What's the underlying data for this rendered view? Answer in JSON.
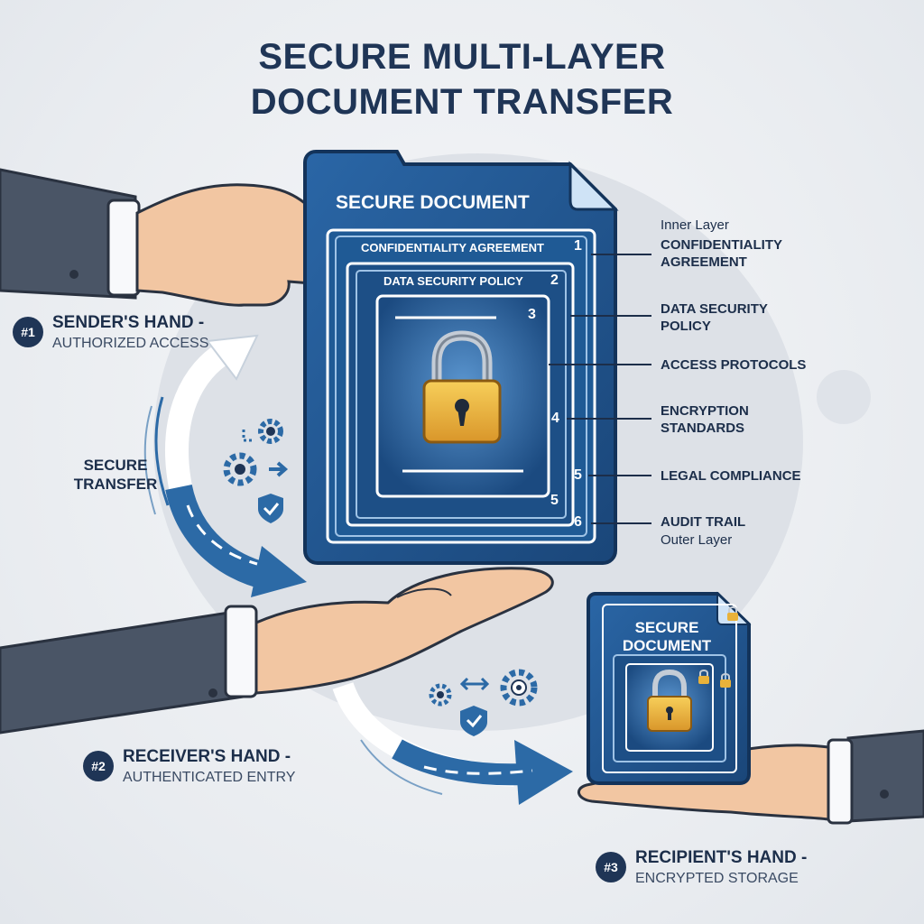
{
  "title": {
    "line1": "SECURE MULTI-LAYER",
    "line2": "DOCUMENT TRANSFER"
  },
  "document": {
    "title": "SECURE DOCUMENT",
    "layer1": "CONFIDENTIALITY AGREEMENT",
    "layer2": "DATA SECURITY POLICY",
    "numbers": [
      "1",
      "2",
      "3",
      "4",
      "5",
      "5",
      "6"
    ]
  },
  "layers": {
    "inner_label": "Inner Layer",
    "outer_label": "Outer Layer",
    "items": [
      "CONFIDENTIALITY AGREEMENT",
      "DATA SECURITY POLICY",
      "ACCESS PROTOCOLS",
      "ENCRYPTION STANDARDS",
      "LEGAL COMPLIANCE",
      "AUDIT TRAIL"
    ]
  },
  "transfer_label": "SECURE TRANSFER",
  "steps": [
    {
      "badge": "#1",
      "title": "SENDER'S HAND -",
      "subtitle": "AUTHORIZED ACCESS"
    },
    {
      "badge": "#2",
      "title": "RECEIVER'S HAND -",
      "subtitle": "AUTHENTICATED ENTRY"
    },
    {
      "badge": "#3",
      "title": "RECIPIENT'S HAND -",
      "subtitle": "ENCRYPTED STORAGE"
    }
  ],
  "small_document": {
    "title": "SECURE DOCUMENT"
  },
  "colors": {
    "navy": "#1f3556",
    "doc_blue": "#1c4f86",
    "doc_light": "#3f7fbf",
    "arrow_blue": "#2c6aa6",
    "lock_gold": "#e9b23a",
    "skin": "#f2c6a2",
    "suit": "#4a5566"
  },
  "icons": [
    "gear-icon",
    "arrow-icon",
    "shield-check-icon",
    "padlock-icon",
    "keyhole-gear-icon"
  ]
}
